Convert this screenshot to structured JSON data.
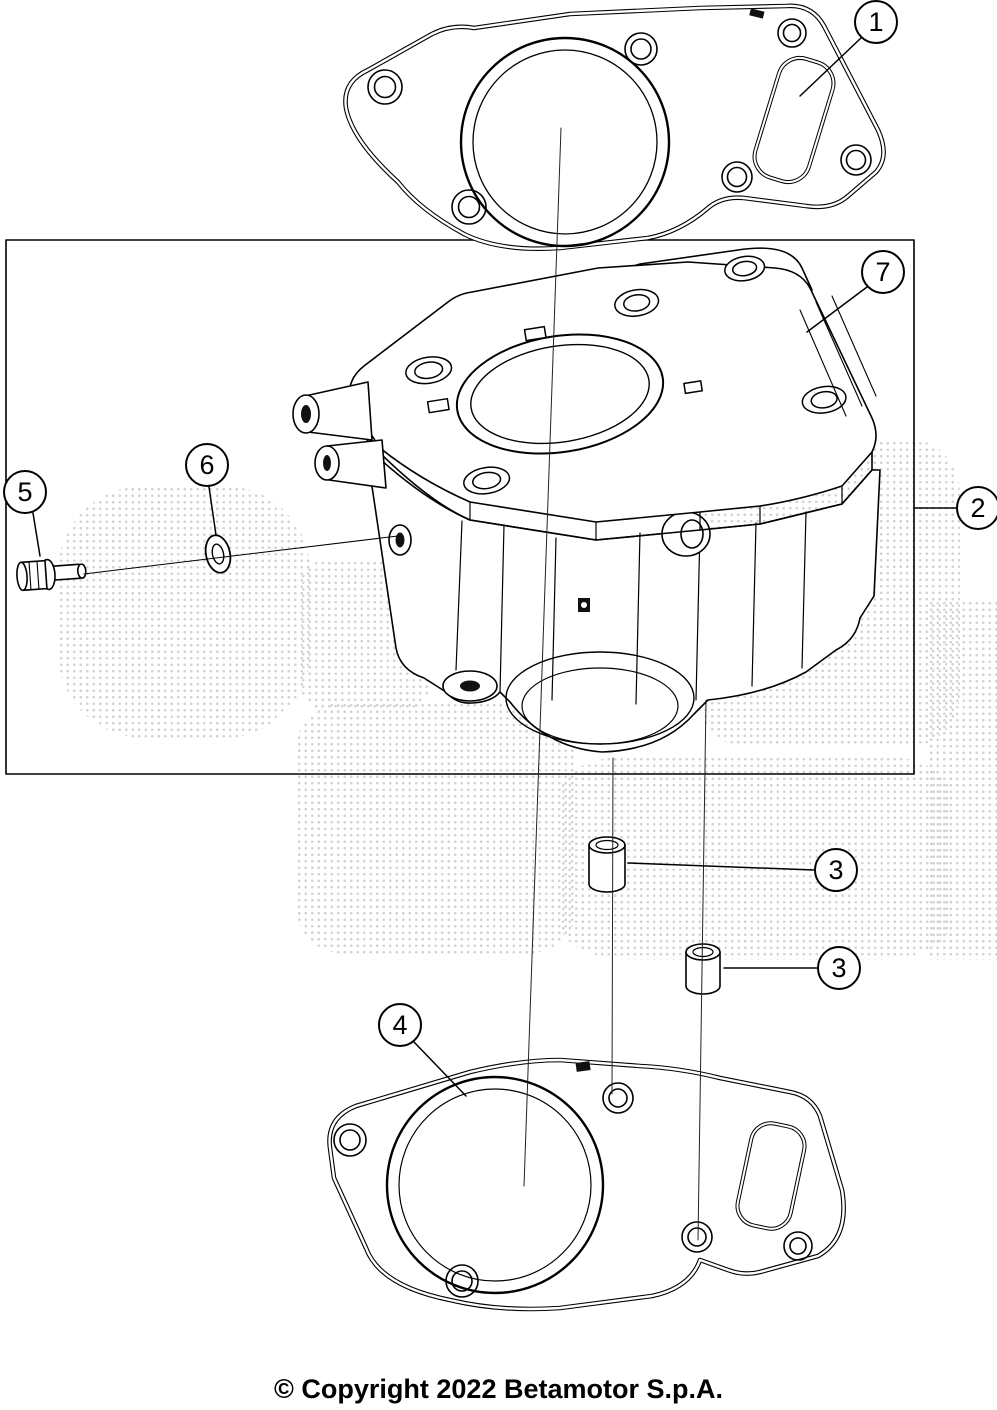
{
  "page": {
    "title": "Cylinder exploded parts diagram"
  },
  "callouts": {
    "c1": "1",
    "c2": "2",
    "c3a": "3",
    "c3b": "3",
    "c4": "4",
    "c5": "5",
    "c6": "6",
    "c7": "7"
  },
  "footer": {
    "copyright": "© Copyright 2022 Betamotor S.p.A."
  },
  "colors": {
    "line": "#000000",
    "background": "#ffffff",
    "watermark_dot": "#c7c7c7"
  }
}
